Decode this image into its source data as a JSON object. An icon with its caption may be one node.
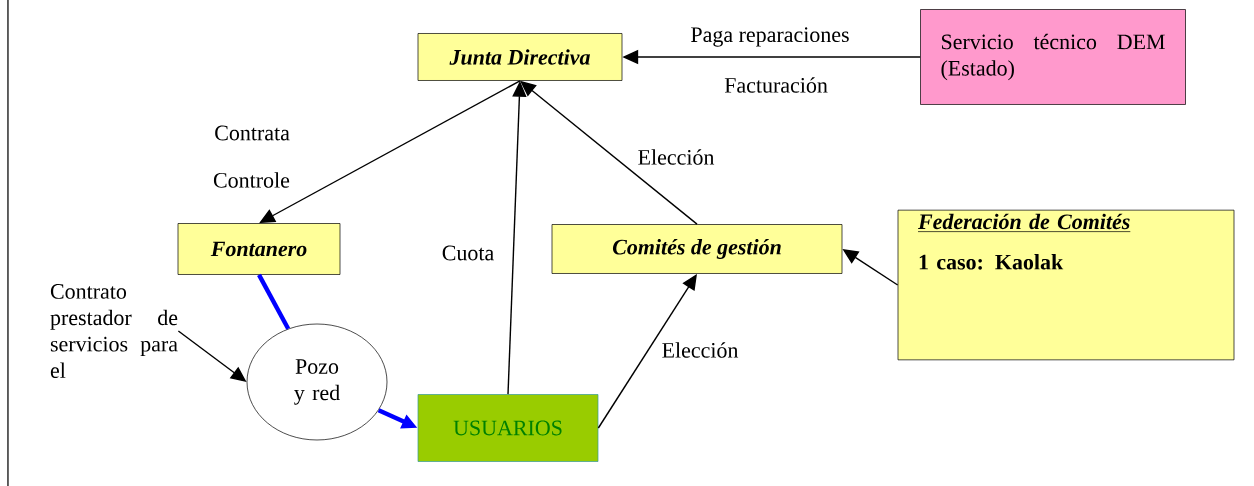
{
  "diagram": {
    "nodes": [
      {
        "text": [
          "Junta Directiva"
        ]
      },
      {
        "text": [
          "Servicio técnico DEM (Estado)"
        ]
      },
      {
        "text": [
          "Fontanero"
        ]
      },
      {
        "text": [
          "Comités de gestión"
        ]
      },
      {
        "text": [
          "Federación de Comités",
          "1 caso: Kaolak"
        ]
      },
      {
        "text": [
          "Pozo y red"
        ]
      },
      {
        "text": [
          "USUARIOS"
        ]
      },
      {
        "text": [
          "Contrato prestador de servicios para el"
        ]
      }
    ],
    "edges": [
      {
        "from": 1,
        "to": 0,
        "arrow": "to",
        "label": "Paga reparaciones"
      },
      {
        "from": 0,
        "to": 2,
        "arrow": "to"
      },
      {
        "from": 6,
        "to": 0,
        "arrow": "to",
        "label": "Cuota"
      },
      {
        "from": 3,
        "to": 0,
        "arrow": "to",
        "label": "Elección"
      },
      {
        "from": 6,
        "to": 3,
        "arrow": "to",
        "label": "Elección"
      },
      {
        "from": 4,
        "to": 3,
        "arrow": "to"
      },
      {
        "from": 2,
        "to": 5,
        "arrow": "none",
        "style": "thick",
        "color": "#0000ff"
      },
      {
        "from": 5,
        "to": 6,
        "arrow": "to",
        "style": "thick",
        "color": "#0000ff"
      },
      {
        "from": 7,
        "to": 5,
        "arrow": "to"
      }
    ],
    "labels": [
      "Facturación",
      "Contrata",
      "Controle"
    ]
  }
}
